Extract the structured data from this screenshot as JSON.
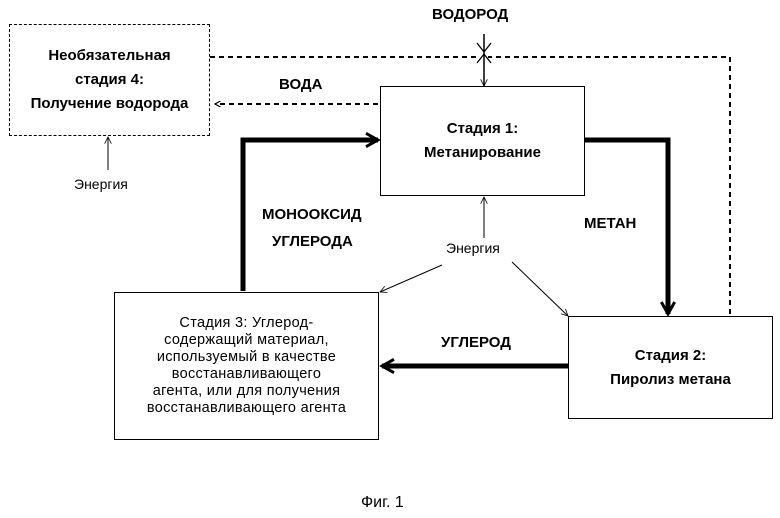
{
  "diagram": {
    "stage4": {
      "line1": "Необязательная",
      "line2": "стадия 4:",
      "line3": "Получение водорода"
    },
    "stage1": {
      "line1": "Стадия 1:",
      "line2": "Метанирование"
    },
    "stage2": {
      "line1": "Стадия 2:",
      "line2": "Пиролиз метана"
    },
    "stage3": {
      "lines": [
        "Стадия 3: Углерод-",
        "содержащий материал,",
        "используемый в качестве",
        "восстанавливающего",
        "агента, или для получения",
        "восстанавливающего агента"
      ]
    },
    "labels": {
      "hydrogen": "ВОДОРОД",
      "water": "ВОДА",
      "monoxide_line1": "МОНООКСИД",
      "monoxide_line2": "УГЛЕРОДА",
      "methane": "МЕТАН",
      "carbon": "УГЛЕРОД",
      "energy_left": "Энергия",
      "energy_center": "Энергия"
    },
    "caption": "Фиг. 1"
  }
}
